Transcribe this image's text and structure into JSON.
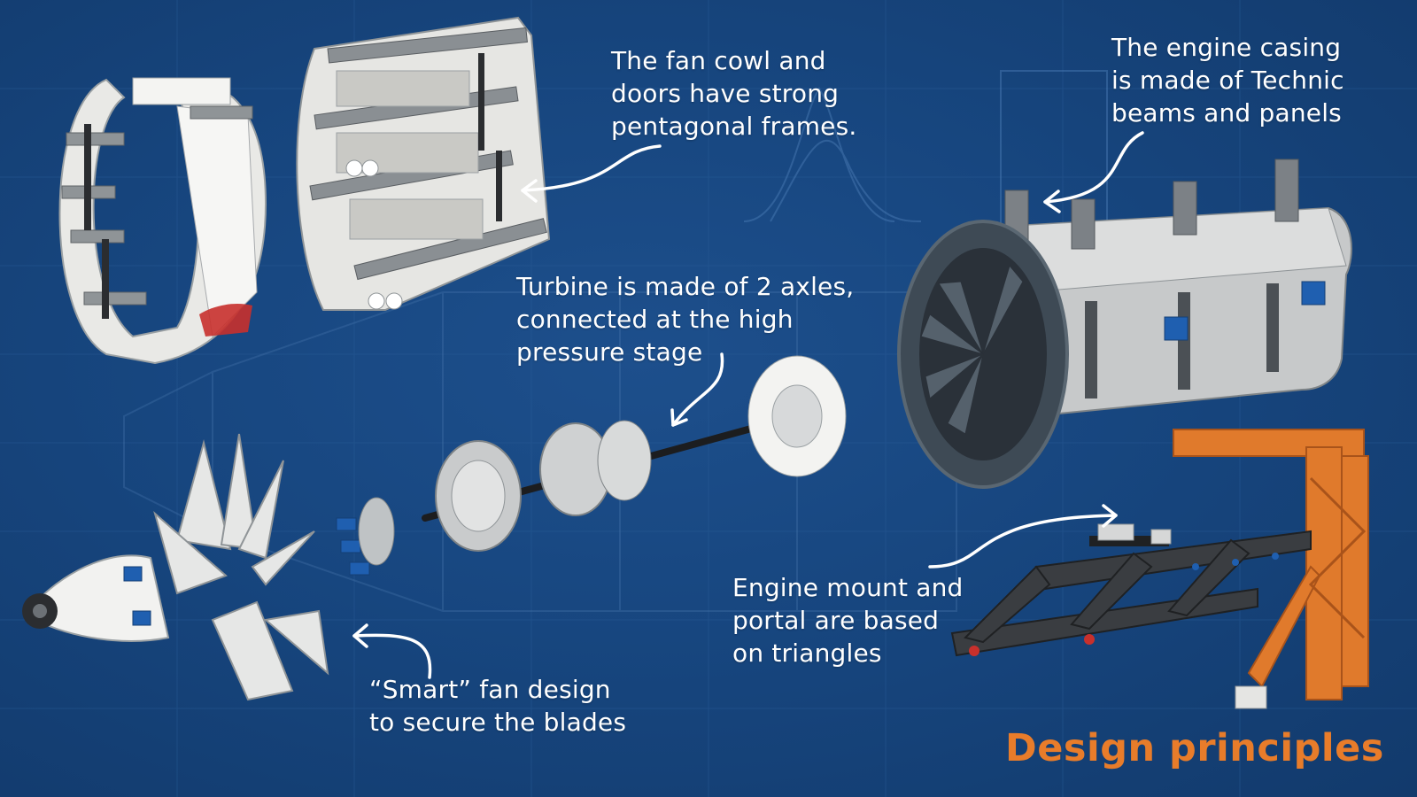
{
  "captions": {
    "fan_cowl": [
      "The fan cowl and",
      "doors have strong",
      "pentagonal frames."
    ],
    "engine_casing": [
      "The engine casing",
      "is made of Technic",
      "beams and panels"
    ],
    "turbine": [
      "Turbine is made of 2 axles,",
      "connected at the high",
      "pressure stage"
    ],
    "engine_mount": [
      "Engine mount and",
      "portal are based",
      "on triangles"
    ],
    "smart_fan": [
      "“Smart” fan design",
      "to secure the blades"
    ]
  },
  "title": "Design principles",
  "colors": {
    "background": "#17467f",
    "title": "#e87c2a",
    "caption_text": "#ffffff",
    "annotation_arrow": "#ffffff",
    "lego_white": "#e9e9e6",
    "lego_gray": "#8f9497",
    "lego_dark": "#2b2d30",
    "lego_blue": "#1f5fb0",
    "lego_orange": "#e07a2c",
    "fan_dark": "#3e4a55"
  }
}
